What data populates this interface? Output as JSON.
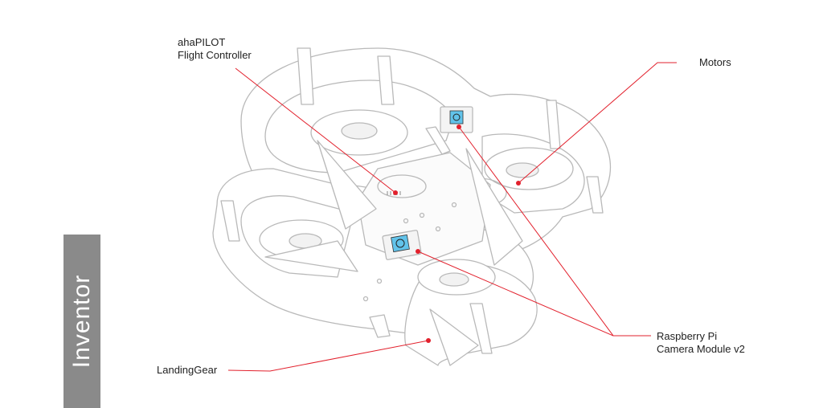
{
  "labels": {
    "flight_controller_line1": "ahaPILOT",
    "flight_controller_line2": "Flight Controller",
    "motors": "Motors",
    "camera_line1": "Raspberry Pi",
    "camera_line2": "Camera Module v2",
    "landing_gear": "LandingGear"
  },
  "sidebar": {
    "title": "Inventor"
  },
  "colors": {
    "leader_line": "#e2202c",
    "marker": "#e2202c",
    "outline": "#b9b9b9",
    "camera_highlight": "#62c3ea",
    "sidebar_bg": "#8a8a8a"
  }
}
